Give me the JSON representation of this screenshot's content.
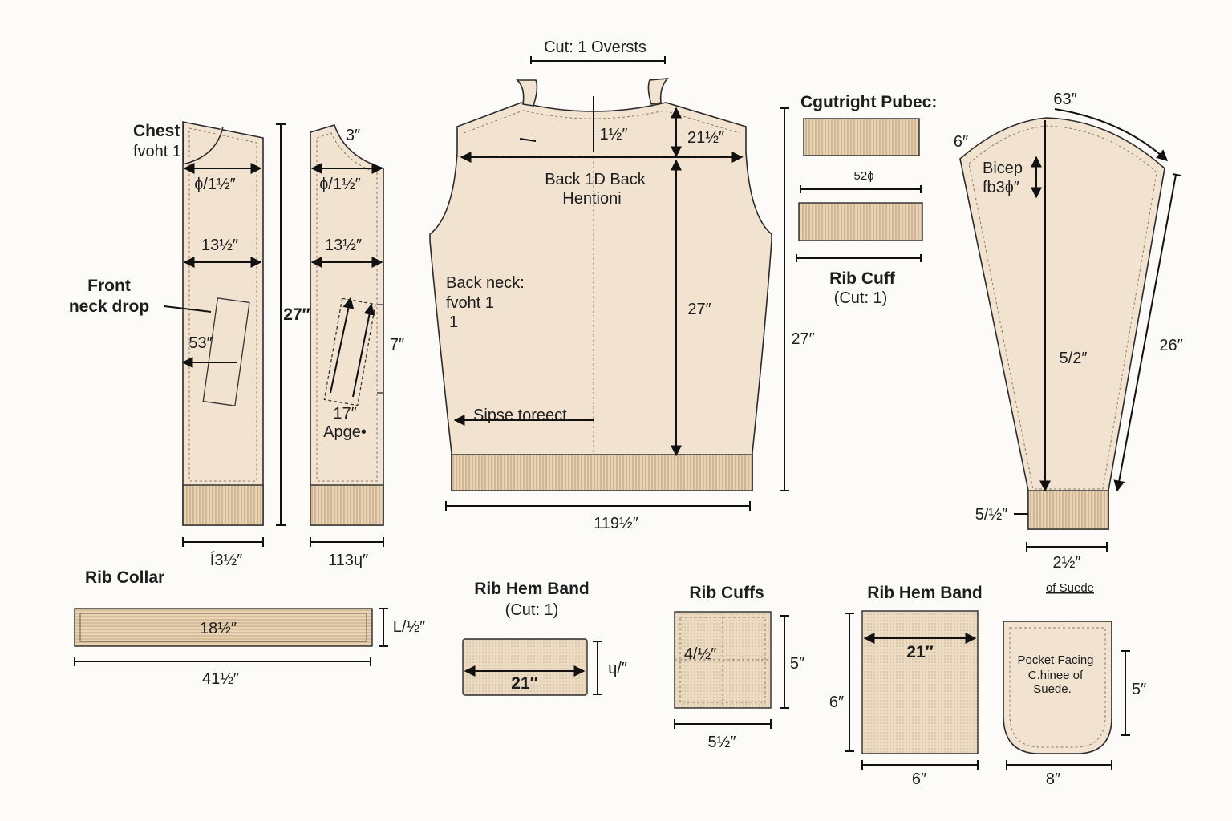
{
  "colors": {
    "fabric": "#f2e3d1",
    "rib": "#e2c9a6",
    "ink": "#1d1d1d",
    "paper": "#fdfbf7"
  },
  "top": {
    "cut_label": "Cut: 1 Oversts"
  },
  "front_left": {
    "chest_title": "Chest",
    "chest_sub": "fvoht 1",
    "width1": "ɸ/1½″",
    "width2": "13½″",
    "pocket_dim": "53″",
    "length": "27″",
    "bottom": "Í3½″"
  },
  "front_drop": {
    "line1": "Front",
    "line2": "neck drop"
  },
  "front_right": {
    "top": "3″",
    "width1": "ɸ/1½″",
    "width2": "13½″",
    "length": "7″",
    "dim17": "17″",
    "apge": "Apge•",
    "bottom": "113ɥ″"
  },
  "back": {
    "neck_width": "1½″",
    "shoulder": "21½″",
    "title1": "Back 1D Back",
    "title2": "Hentioni",
    "neck_label1": "Back neck:",
    "neck_label2": "fvoht 1",
    "neck_label3": "1",
    "length": "27″",
    "side_label": "Sipse toreect",
    "width": "119½″",
    "outer_length": "27″"
  },
  "cuff_panel": {
    "title": "Cgutright Pubec:",
    "dim": "52ɸ",
    "name": "Rib Cuff",
    "cut": "(Cut: 1)"
  },
  "sleeve": {
    "top": "63″",
    "left": "6″",
    "bicep1": "Bicep",
    "bicep2": "fb3ɸ″",
    "center": "5/2″",
    "length": "26″",
    "cuff": "5/½″",
    "bottom": "2½″",
    "note": "of Suede"
  },
  "rib_collar": {
    "title": "Rib Collar",
    "inner": "18½″",
    "height": "L/½″",
    "length": "41½″"
  },
  "rib_hem_band_a": {
    "title": "Rib Hem Band",
    "cut": "(Cut: 1)",
    "height": "ɥ/″",
    "width": "21″"
  },
  "rib_cuffs": {
    "title": "Rib Cuffs",
    "inner": "4/½″",
    "height": "5″",
    "width": "5½″"
  },
  "rib_hem_band_b": {
    "title": "Rib Hem Band",
    "width_inner": "21″",
    "height": "6″",
    "width": "6″"
  },
  "pocket": {
    "line1": "Pocket Facing",
    "line2": "C.hinee of",
    "line3": "Suede.",
    "height": "5″",
    "width": "8″"
  }
}
